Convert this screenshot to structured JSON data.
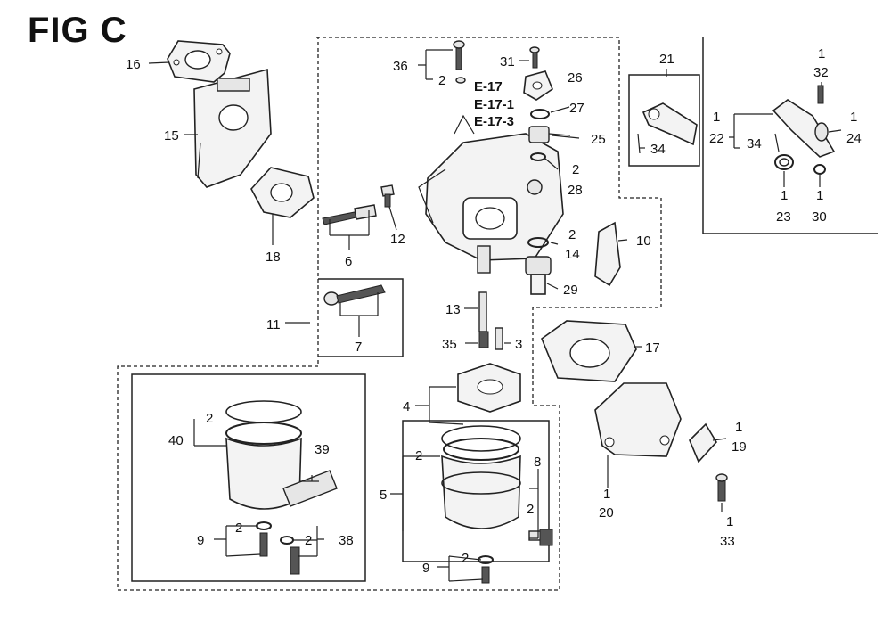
{
  "figure": {
    "title": "FIG C"
  },
  "references": [
    "E-17",
    "E-17-1",
    "E-17-3"
  ],
  "labels": {
    "l16": "16",
    "l15": "15",
    "l18": "18",
    "l6": "6",
    "l12": "12",
    "l11": "11",
    "l7": "7",
    "l36": "36",
    "l36q": "2",
    "l31": "31",
    "l26": "26",
    "l27": "27",
    "l25": "25",
    "l28q": "2",
    "l28": "28",
    "l14q": "2",
    "l14": "14",
    "l29": "29",
    "l10": "10",
    "l13": "13",
    "l35": "35",
    "l3": "3",
    "l4": "4",
    "l17": "17",
    "l21": "21",
    "l34a": "34",
    "l32q": "1",
    "l32": "32",
    "l22q": "1",
    "l22": "22",
    "l34b": "34",
    "l24q": "1",
    "l24": "24",
    "l23q": "1",
    "l23": "23",
    "l30q": "1",
    "l30": "30",
    "l40q": "2",
    "l40": "40",
    "l39": "39",
    "l9aq": "2",
    "l9a": "9",
    "l38q": "2",
    "l38": "38",
    "l5": "5",
    "l5q": "2",
    "l8": "8",
    "l8q": "2",
    "l9bq": "2",
    "l9b": "9",
    "l20q": "1",
    "l20": "20",
    "l19q": "1",
    "l19": "19",
    "l33q": "1",
    "l33": "33"
  }
}
